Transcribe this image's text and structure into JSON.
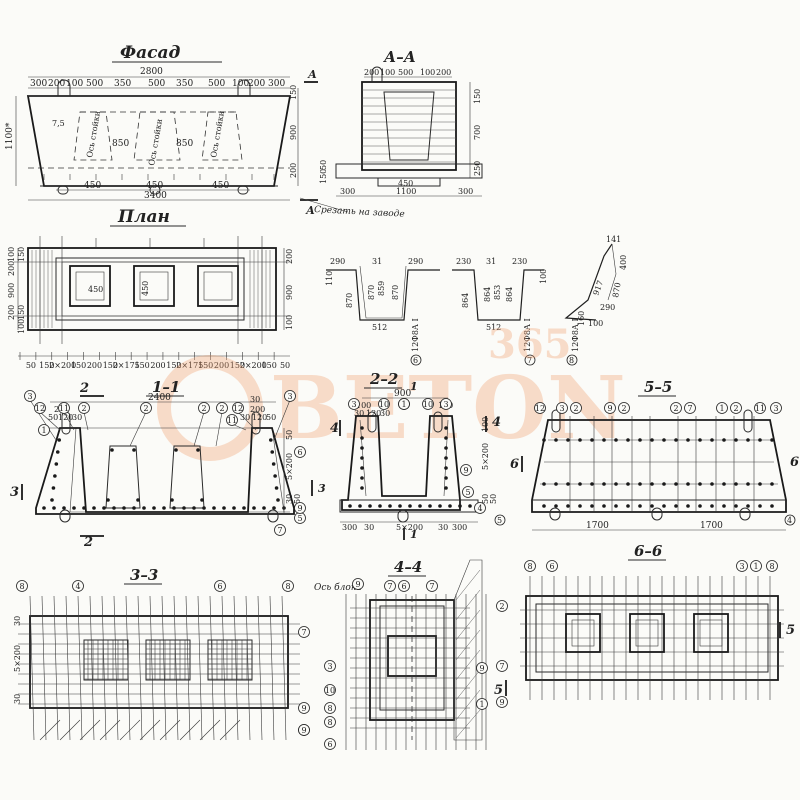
{
  "views": {
    "facade": {
      "title": "Фасад",
      "top_dims": [
        "300",
        "200",
        "100",
        "500",
        "350",
        "500",
        "350",
        "500",
        "100",
        "200",
        "300"
      ],
      "overall": "2800",
      "left_height": "1100*",
      "right_dims": [
        "150",
        "900",
        "200"
      ],
      "axis_labels": [
        "Ось стойки",
        "Ось стойки",
        "Ось стойки"
      ],
      "slope": "7,5",
      "spans": [
        "850",
        "850"
      ],
      "bottom_dims": [
        "450",
        "450",
        "450"
      ],
      "bottom_overall": "3400",
      "section_letter": "А"
    },
    "section_aa": {
      "title": "А–А",
      "top_dims": [
        "200",
        "100",
        "500",
        "100",
        "200"
      ],
      "right_dims": [
        "150",
        "700",
        "250"
      ],
      "left_dims": [
        "50",
        "150"
      ],
      "bottom_dims": [
        "450"
      ],
      "bottom_overall": [
        "300",
        "1100",
        "300"
      ],
      "note": "Срезать на заводе"
    },
    "plan": {
      "title": "План",
      "inner_dims": [
        "450",
        "450"
      ],
      "left_dims": [
        "100",
        "150",
        "200",
        "900",
        "200",
        "150",
        "100"
      ],
      "right_dims": [
        "200",
        "900",
        "100"
      ],
      "bottom_dims": [
        "50",
        "150",
        "2×200",
        "150",
        "200",
        "150",
        "2×175",
        "150",
        "200",
        "150",
        "2×175",
        "150",
        "200",
        "150",
        "2×200",
        "150",
        "50"
      ]
    },
    "bar_shapes": {
      "shape6": {
        "dims": [
          "290",
          "31",
          "290",
          "110",
          "870",
          "870",
          "859",
          "870",
          "512"
        ],
        "spec": "12Ф8А I",
        "mark": "6"
      },
      "shape7": {
        "dims": [
          "230",
          "31",
          "230",
          "100",
          "864",
          "864",
          "853",
          "864",
          "512"
        ],
        "spec": "12Ф8А I",
        "mark": "7"
      },
      "shape8": {
        "dims": [
          "141",
          "400",
          "917",
          "870",
          "290",
          "160",
          "100"
        ],
        "spec": "12Ф8А I",
        "mark": "8"
      }
    },
    "section_11": {
      "title": "1–1",
      "top": "2400",
      "dims": [
        "200",
        "50",
        "120",
        "30",
        "30",
        "120",
        "50",
        "200",
        "30"
      ],
      "marks": [
        "3",
        "12",
        "11",
        "2",
        "2",
        "2",
        "2",
        "11",
        "12",
        "3"
      ],
      "right_dims": [
        "5×200",
        "50",
        "30",
        "50"
      ],
      "side_marks": [
        "6",
        "5",
        "7",
        "9",
        "1"
      ],
      "cut_label": "2"
    },
    "section_22": {
      "title": "2–2",
      "top": "900",
      "dims": [
        "100",
        "30",
        "120",
        "30",
        "100",
        "300",
        "30",
        "5×200",
        "30",
        "300"
      ],
      "marks": [
        "3",
        "10",
        "1",
        "10",
        "3",
        "9",
        "5",
        "1",
        "4"
      ],
      "right_dims": [
        "5×200",
        "100",
        "50",
        "50"
      ],
      "cut_label": "4"
    },
    "section_55": {
      "title": "5–5",
      "marks": [
        "12",
        "3",
        "2",
        "9",
        "2",
        "2",
        "7",
        "1",
        "2",
        "11",
        "3"
      ],
      "bottom": [
        "1700",
        "1700"
      ],
      "side_marks": [
        "5",
        "4",
        "6"
      ]
    },
    "section_33": {
      "title": "3–3",
      "marks": [
        "8",
        "4",
        "6",
        "8",
        "7",
        "7",
        "9",
        "9"
      ],
      "left_dims": [
        "30",
        "5×200",
        "30"
      ]
    },
    "section_44": {
      "title": "4–4",
      "axis": "Ось блока",
      "marks": [
        "9",
        "7",
        "6",
        "7",
        "3",
        "10",
        "8",
        "8",
        "6",
        "9",
        "1"
      ]
    },
    "section_66": {
      "title": "6–6",
      "marks": [
        "8",
        "6",
        "3",
        "1",
        "8",
        "2",
        "7",
        "9"
      ],
      "cut_label": "5"
    }
  },
  "watermark": {
    "top": "365",
    "main": "BETON"
  }
}
